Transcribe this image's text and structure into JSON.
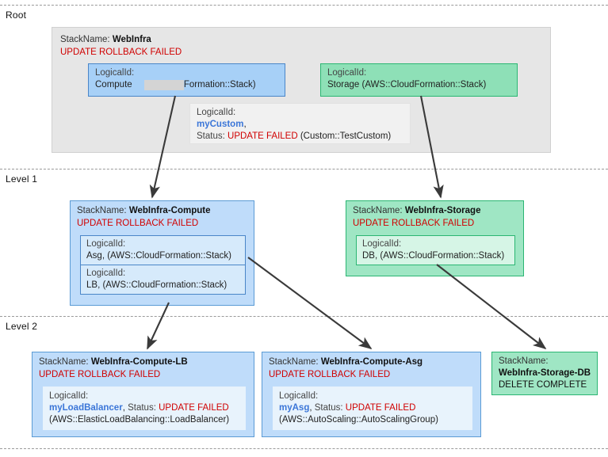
{
  "diagram": {
    "title": "CloudFormation nested stack failure tree",
    "levels": [
      {
        "label": "Root"
      },
      {
        "label": "Level 1"
      },
      {
        "label": "Level 2"
      }
    ],
    "colors": {
      "blue_fill": "#bfdcfa",
      "blue_stroke": "#5b9bd5",
      "green_fill": "#9fe6c4",
      "green_stroke": "#2bb673",
      "root_fill": "#e6e6e6",
      "failed_text": "#d00000",
      "logical_name_text": "#3b76d8",
      "arrow": "#3a3a3a"
    },
    "labels": {
      "stack_name_prefix": "StackName:",
      "logical_id_prefix": "LogicalId:",
      "status_prefix": "Status:"
    }
  },
  "root": {
    "stack_name": "WebInfra",
    "status": "UPDATE ROLLBACK FAILED",
    "resources": [
      {
        "id": "root-compute",
        "logical_id_label": "LogicalId:",
        "name": "Compute",
        "redacted": true,
        "type_tail": "CloudFormation::Stack)"
      },
      {
        "id": "root-storage",
        "logical_id_label": "LogicalId:",
        "name": "Storage",
        "type": "(AWS::CloudFormation::Stack)"
      },
      {
        "id": "root-mycustom",
        "logical_id_label": "LogicalId:",
        "name": "myCustom",
        "name_suffix": ",",
        "status_prefix": "Status:",
        "status": "UPDATE FAILED",
        "type": "(Custom::TestCustom)"
      }
    ]
  },
  "level1": {
    "stacks": [
      {
        "id": "webinfra-compute",
        "stack_name_prefix": "StackName:",
        "stack_name": "WebInfra-Compute",
        "status": "UPDATE ROLLBACK FAILED",
        "resources": [
          {
            "logical_id_label": "LogicalId:",
            "text": "Asg, (AWS::CloudFormation::Stack)"
          },
          {
            "logical_id_label": "LogicalId:",
            "text": "LB,  (AWS::CloudFormation::Stack)"
          }
        ]
      },
      {
        "id": "webinfra-storage",
        "stack_name_prefix": "StackName:",
        "stack_name": "WebInfra-Storage",
        "status": "UPDATE ROLLBACK FAILED",
        "resources": [
          {
            "logical_id_label": "LogicalId:",
            "text": "DB, (AWS::CloudFormation::Stack)"
          }
        ]
      }
    ]
  },
  "level2": {
    "stacks": [
      {
        "id": "webinfra-compute-lb",
        "stack_name_prefix": "StackName:",
        "stack_name": "WebInfra-Compute-LB",
        "status": "UPDATE ROLLBACK FAILED",
        "resource": {
          "logical_id_label": "LogicalId:",
          "name": "myLoadBalancer",
          "name_suffix": ",",
          "status_prefix": "Status:",
          "status": "UPDATE FAILED",
          "type": "(AWS::ElasticLoadBalancing::LoadBalancer)"
        }
      },
      {
        "id": "webinfra-compute-asg",
        "stack_name_prefix": "StackName:",
        "stack_name": "WebInfra-Compute-Asg",
        "status": "UPDATE ROLLBACK FAILED",
        "resource": {
          "logical_id_label": "LogicalId:",
          "name": "myAsg",
          "name_suffix": ",",
          "status_prefix": "Status:",
          "status": "UPDATE FAILED",
          "type": "(AWS::AutoScaling::AutoScalingGroup)"
        }
      },
      {
        "id": "webinfra-storage-db",
        "stack_name_prefix": "StackName:",
        "stack_name": "WebInfra-Storage-DB",
        "status": "DELETE COMPLETE"
      }
    ]
  }
}
